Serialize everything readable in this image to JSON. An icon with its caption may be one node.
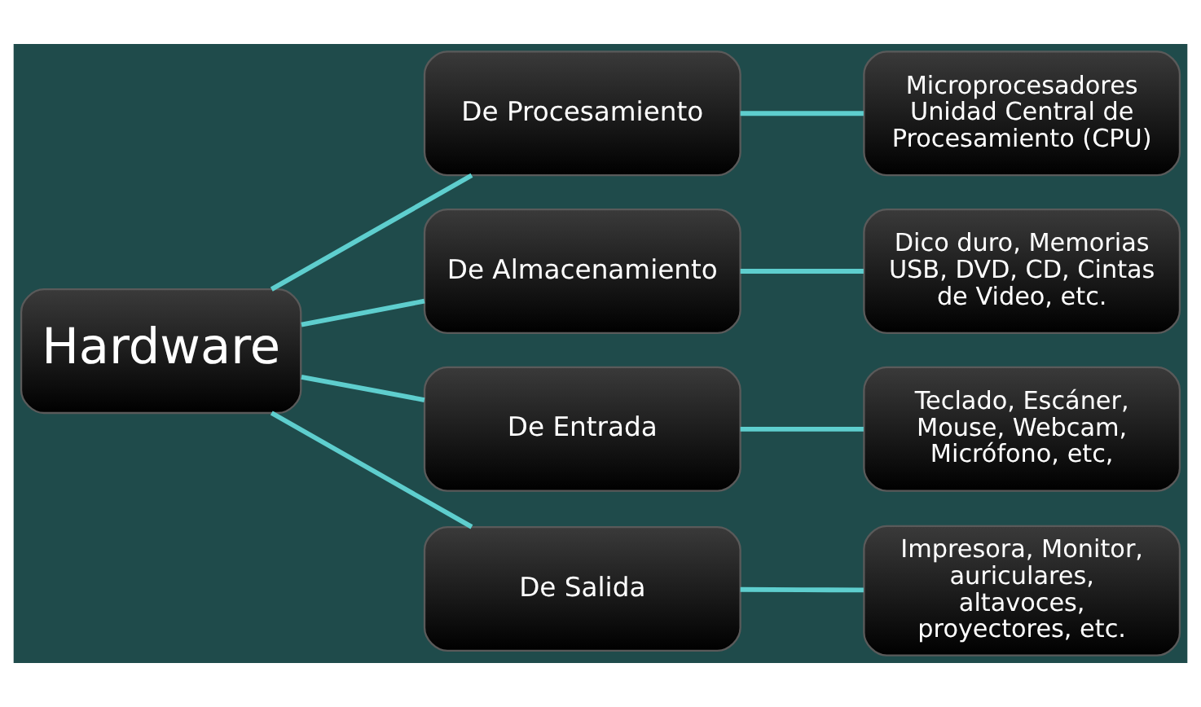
{
  "diagram": {
    "nodes": [
      {
        "text": [
          "Hardware"
        ]
      },
      {
        "text": [
          "De Procesamiento"
        ]
      },
      {
        "text": [
          "De Almacenamiento"
        ]
      },
      {
        "text": [
          "De Entrada"
        ]
      },
      {
        "text": [
          "De Salida"
        ]
      },
      {
        "text": [
          "Microprocesadores Unidad Central de Procesamiento (CPU)"
        ]
      },
      {
        "text": [
          "Dico duro, Memorias USB, DVD, CD, Cintas de Video, etc."
        ]
      },
      {
        "text": [
          "Teclado, Escáner, Mouse, Webcam, Micrófono, etc,"
        ]
      },
      {
        "text": [
          "Impresora, Monitor, auriculares, altavoces, proyectores, etc."
        ]
      }
    ],
    "edges": [
      {
        "from": 0,
        "to": 1,
        "arrow": "none"
      },
      {
        "from": 0,
        "to": 2,
        "arrow": "none"
      },
      {
        "from": 0,
        "to": 3,
        "arrow": "none"
      },
      {
        "from": 0,
        "to": 4,
        "arrow": "none"
      },
      {
        "from": 1,
        "to": 5,
        "arrow": "none"
      },
      {
        "from": 2,
        "to": 6,
        "arrow": "none"
      },
      {
        "from": 3,
        "to": 7,
        "arrow": "none"
      },
      {
        "from": 4,
        "to": 8,
        "arrow": "none"
      }
    ]
  }
}
